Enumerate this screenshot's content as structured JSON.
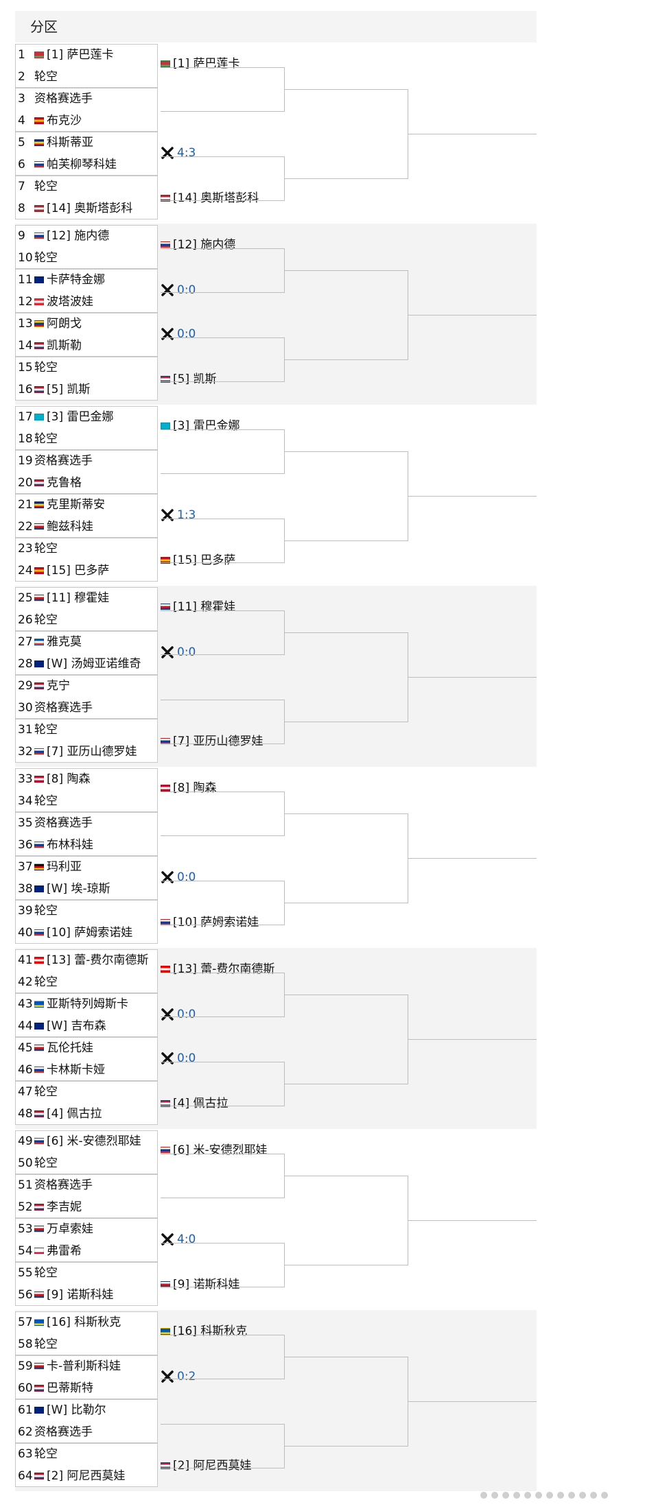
{
  "title": "分区",
  "flag_colors": {
    "blr": [
      "#c8313e",
      "#c8313e",
      "#4aa657"
    ],
    "esp": [
      "#c60b1e",
      "#ffc400",
      "#c60b1e"
    ],
    "rou": [
      "#002b7f",
      "#fcd116",
      "#ce1126"
    ],
    "rus": [
      "#ffffff",
      "#0039a6",
      "#d52b1e"
    ],
    "lat": [
      "#9e3039",
      "#ffffff",
      "#9e3039"
    ],
    "aus": [
      "#00247d",
      "#00247d",
      "#00247d"
    ],
    "aut": [
      "#ed2939",
      "#ffffff",
      "#ed2939"
    ],
    "col": [
      "#fcd116",
      "#003893",
      "#ce1126"
    ],
    "usa": [
      "#b22234",
      "#ffffff",
      "#3c3b6e"
    ],
    "kaz": [
      "#00afca",
      "#00afca",
      "#00afca"
    ],
    "rom": [
      "#002b7f",
      "#fcd116",
      "#ce1126"
    ],
    "cze": [
      "#ffffff",
      "#d7141a",
      "#11457e"
    ],
    "fra": [
      "#0055a4",
      "#ffffff",
      "#ef4135"
    ],
    "den": [
      "#c60c30",
      "#ffffff",
      "#c60c30"
    ],
    "ger": [
      "#000000",
      "#dd0000",
      "#ffce00"
    ],
    "can": [
      "#ff0000",
      "#ffffff",
      "#ff0000"
    ],
    "ukr": [
      "#0057b7",
      "#0057b7",
      "#ffd700"
    ],
    "pol": [
      "#ffffff",
      "#ffffff",
      "#dc143c"
    ]
  },
  "sections": [
    {
      "players": [
        {
          "num": "1",
          "flag": "blr",
          "name": "[1] 萨巴莲卡"
        },
        {
          "num": "2",
          "flag": "",
          "name": "轮空"
        },
        {
          "num": "3",
          "flag": "",
          "name": "资格赛选手"
        },
        {
          "num": "4",
          "flag": "esp",
          "name": "布克沙"
        },
        {
          "num": "5",
          "flag": "rou",
          "name": "科斯蒂亚"
        },
        {
          "num": "6",
          "flag": "rus",
          "name": "帕芙柳琴科娃"
        },
        {
          "num": "7",
          "flag": "",
          "name": "轮空"
        },
        {
          "num": "8",
          "flag": "lat",
          "name": "[14] 奥斯塔彭科"
        }
      ],
      "r2": [
        {
          "flag": "blr",
          "text": "[1] 萨巴莲卡",
          "score": false
        },
        null,
        {
          "flag": "",
          "text": "4:3",
          "score": true
        },
        {
          "flag": "lat",
          "text": "[14] 奥斯塔彭科",
          "score": false
        }
      ]
    },
    {
      "players": [
        {
          "num": "9",
          "flag": "rus",
          "name": "[12] 施内德"
        },
        {
          "num": "10",
          "flag": "",
          "name": "轮空"
        },
        {
          "num": "11",
          "flag": "aus",
          "name": "卡萨特金娜"
        },
        {
          "num": "12",
          "flag": "aut",
          "name": "波塔波娃"
        },
        {
          "num": "13",
          "flag": "col",
          "name": "阿朗戈"
        },
        {
          "num": "14",
          "flag": "usa",
          "name": "凯斯勒"
        },
        {
          "num": "15",
          "flag": "",
          "name": "轮空"
        },
        {
          "num": "16",
          "flag": "usa",
          "name": "[5] 凯斯"
        }
      ],
      "r2": [
        {
          "flag": "rus",
          "text": "[12] 施内德",
          "score": false
        },
        {
          "flag": "",
          "text": "0:0",
          "score": true
        },
        {
          "flag": "",
          "text": "0:0",
          "score": true
        },
        {
          "flag": "usa",
          "text": "[5] 凯斯",
          "score": false
        }
      ]
    },
    {
      "players": [
        {
          "num": "17",
          "flag": "kaz",
          "name": "[3] 雷巴金娜"
        },
        {
          "num": "18",
          "flag": "",
          "name": "轮空"
        },
        {
          "num": "19",
          "flag": "",
          "name": "资格赛选手"
        },
        {
          "num": "20",
          "flag": "usa",
          "name": "克鲁格"
        },
        {
          "num": "21",
          "flag": "rom",
          "name": "克里斯蒂安"
        },
        {
          "num": "22",
          "flag": "cze",
          "name": "鲍兹科娃"
        },
        {
          "num": "23",
          "flag": "",
          "name": "轮空"
        },
        {
          "num": "24",
          "flag": "esp",
          "name": "[15] 巴多萨"
        }
      ],
      "r2": [
        {
          "flag": "kaz",
          "text": "[3] 雷巴金娜",
          "score": false
        },
        null,
        {
          "flag": "",
          "text": "1:3",
          "score": true
        },
        {
          "flag": "esp",
          "text": "[15] 巴多萨",
          "score": false
        }
      ]
    },
    {
      "players": [
        {
          "num": "25",
          "flag": "cze",
          "name": "[11] 穆霍娃"
        },
        {
          "num": "26",
          "flag": "",
          "name": "轮空"
        },
        {
          "num": "27",
          "flag": "fra",
          "name": "雅克莫"
        },
        {
          "num": "28",
          "flag": "aus",
          "name": "[W] 汤姆亚诺维奇"
        },
        {
          "num": "29",
          "flag": "usa",
          "name": "克宁"
        },
        {
          "num": "30",
          "flag": "",
          "name": "资格赛选手"
        },
        {
          "num": "31",
          "flag": "",
          "name": "轮空"
        },
        {
          "num": "32",
          "flag": "rus",
          "name": "[7] 亚历山德罗娃"
        }
      ],
      "r2": [
        {
          "flag": "cze",
          "text": "[11] 穆霍娃",
          "score": false
        },
        {
          "flag": "",
          "text": "0:0",
          "score": true
        },
        null,
        {
          "flag": "rus",
          "text": "[7] 亚历山德罗娃",
          "score": false
        }
      ]
    },
    {
      "players": [
        {
          "num": "33",
          "flag": "den",
          "name": "[8] 陶森"
        },
        {
          "num": "34",
          "flag": "",
          "name": "轮空"
        },
        {
          "num": "35",
          "flag": "",
          "name": "资格赛选手"
        },
        {
          "num": "36",
          "flag": "rus",
          "name": "布林科娃"
        },
        {
          "num": "37",
          "flag": "ger",
          "name": "玛利亚"
        },
        {
          "num": "38",
          "flag": "aus",
          "name": "[W] 埃-琼斯"
        },
        {
          "num": "39",
          "flag": "",
          "name": "轮空"
        },
        {
          "num": "40",
          "flag": "rus",
          "name": "[10] 萨姆索诺娃"
        }
      ],
      "r2": [
        {
          "flag": "den",
          "text": "[8] 陶森",
          "score": false
        },
        null,
        {
          "flag": "",
          "text": "0:0",
          "score": true
        },
        {
          "flag": "rus",
          "text": "[10] 萨姆索诺娃",
          "score": false
        }
      ]
    },
    {
      "players": [
        {
          "num": "41",
          "flag": "can",
          "name": "[13] 蕾-费尔南德斯"
        },
        {
          "num": "42",
          "flag": "",
          "name": "轮空"
        },
        {
          "num": "43",
          "flag": "ukr",
          "name": "亚斯特列姆斯卡"
        },
        {
          "num": "44",
          "flag": "aus",
          "name": "[W] 吉布森"
        },
        {
          "num": "45",
          "flag": "cze",
          "name": "瓦伦托娃"
        },
        {
          "num": "46",
          "flag": "rus",
          "name": "卡林斯卡娅"
        },
        {
          "num": "47",
          "flag": "",
          "name": "轮空"
        },
        {
          "num": "48",
          "flag": "usa",
          "name": "[4] 佩古拉"
        }
      ],
      "r2": [
        {
          "flag": "can",
          "text": "[13] 蕾-费尔南德斯",
          "score": false
        },
        {
          "flag": "",
          "text": "0:0",
          "score": true
        },
        {
          "flag": "",
          "text": "0:0",
          "score": true
        },
        {
          "flag": "usa",
          "text": "[4] 佩古拉",
          "score": false
        }
      ]
    },
    {
      "players": [
        {
          "num": "49",
          "flag": "rus",
          "name": "[6] 米-安德烈耶娃"
        },
        {
          "num": "50",
          "flag": "",
          "name": "轮空"
        },
        {
          "num": "51",
          "flag": "",
          "name": "资格赛选手"
        },
        {
          "num": "52",
          "flag": "usa",
          "name": "李吉妮"
        },
        {
          "num": "53",
          "flag": "cze",
          "name": "万卓索娃"
        },
        {
          "num": "54",
          "flag": "pol",
          "name": "弗雷希"
        },
        {
          "num": "55",
          "flag": "",
          "name": "轮空"
        },
        {
          "num": "56",
          "flag": "cze",
          "name": "[9] 诺斯科娃"
        }
      ],
      "r2": [
        {
          "flag": "rus",
          "text": "[6] 米-安德烈耶娃",
          "score": false
        },
        null,
        {
          "flag": "",
          "text": "4:0",
          "score": true
        },
        {
          "flag": "cze",
          "text": "[9] 诺斯科娃",
          "score": false
        }
      ]
    },
    {
      "players": [
        {
          "num": "57",
          "flag": "ukr",
          "name": "[16] 科斯秋克"
        },
        {
          "num": "58",
          "flag": "",
          "name": "轮空"
        },
        {
          "num": "59",
          "flag": "cze",
          "name": "卡-普利斯科娃"
        },
        {
          "num": "60",
          "flag": "usa",
          "name": "巴蒂斯特"
        },
        {
          "num": "61",
          "flag": "aus",
          "name": "[W] 比勒尔"
        },
        {
          "num": "62",
          "flag": "",
          "name": "资格赛选手"
        },
        {
          "num": "63",
          "flag": "",
          "name": "轮空"
        },
        {
          "num": "64",
          "flag": "usa",
          "name": "[2] 阿尼西莫娃"
        }
      ],
      "r2": [
        {
          "flag": "ukr",
          "text": "[16] 科斯秋克",
          "score": false
        },
        {
          "flag": "",
          "text": "0:2",
          "score": true
        },
        null,
        {
          "flag": "usa",
          "text": "[2] 阿尼西莫娃",
          "score": false
        }
      ]
    }
  ]
}
